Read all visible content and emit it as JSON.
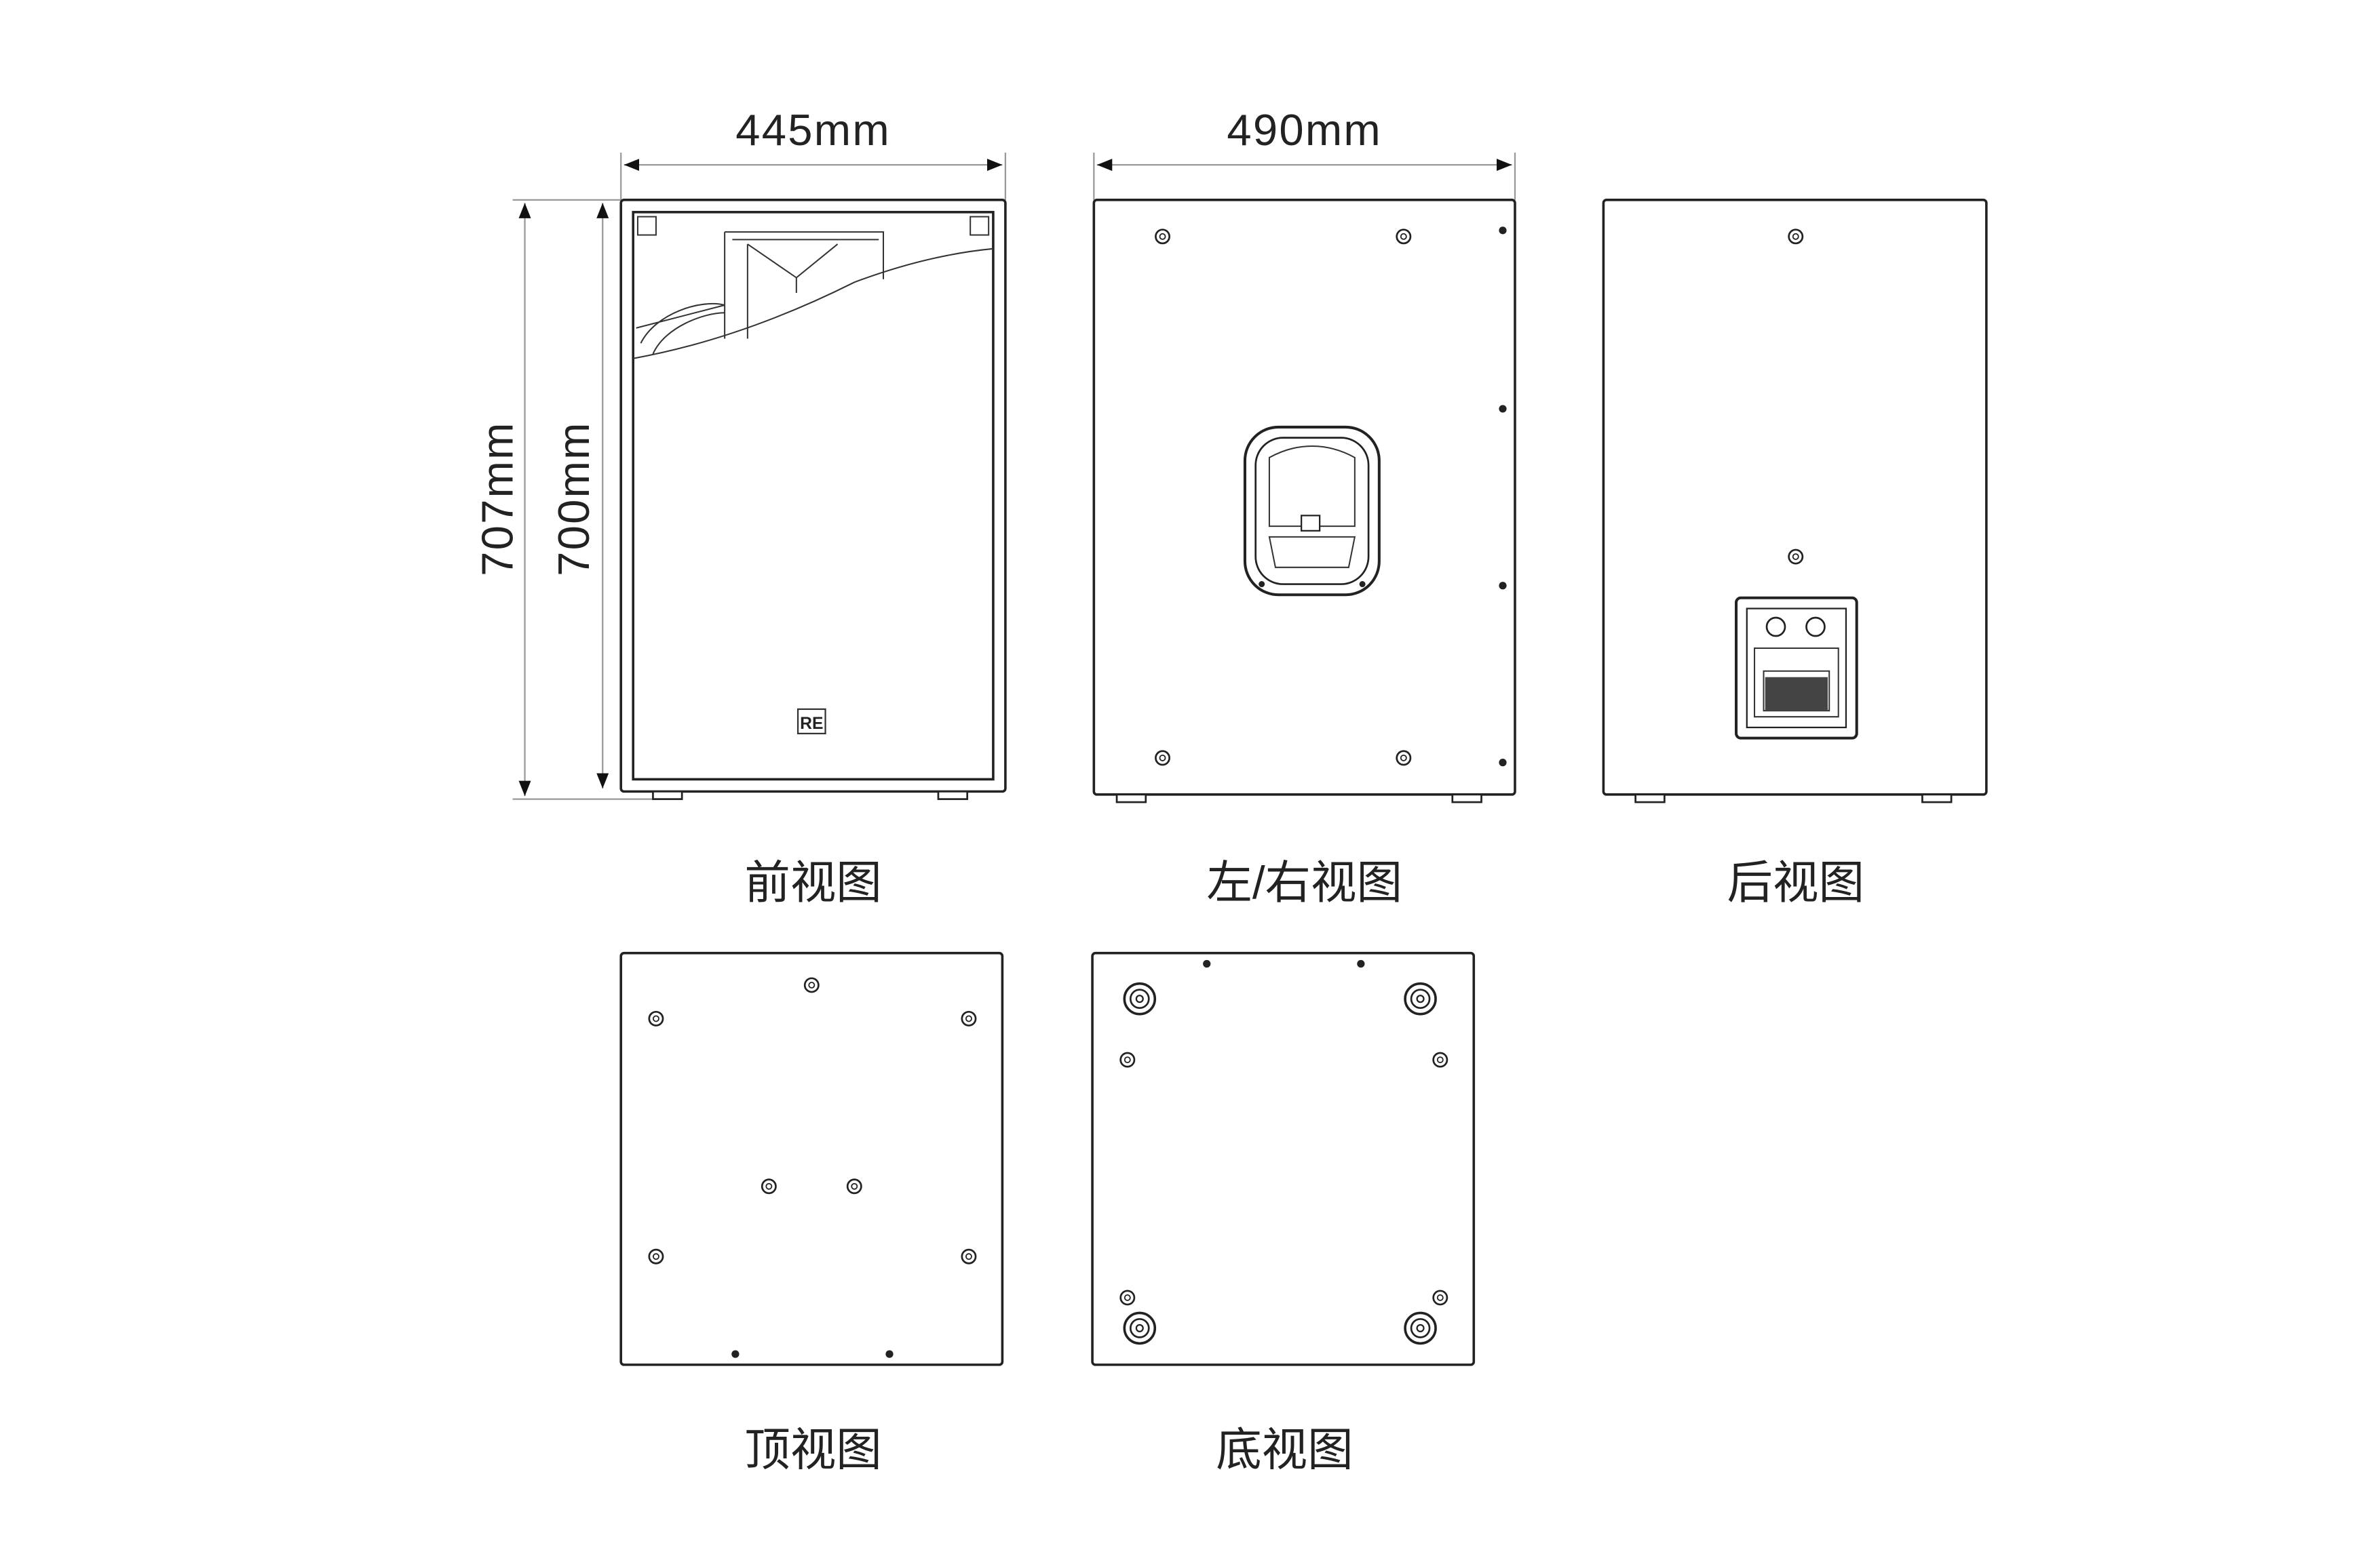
{
  "dimensions": {
    "front_width": "445mm",
    "side_width": "490mm",
    "total_height": "707mm",
    "cabinet_height": "700mm"
  },
  "views": {
    "front": "前视图",
    "side": "左/右视图",
    "back": "后视图",
    "top": "顶视图",
    "bottom": "底视图"
  },
  "logo": "RE"
}
